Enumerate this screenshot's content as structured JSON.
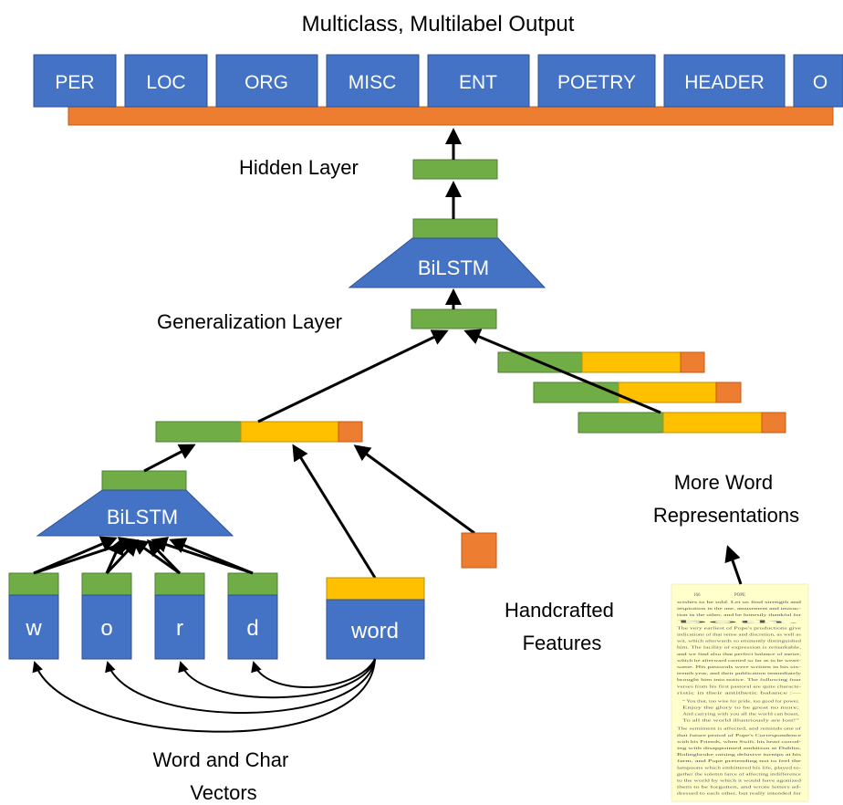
{
  "title": "Multiclass, Multilabel Output",
  "output_labels": [
    "PER",
    "LOC",
    "ORG",
    "MISC",
    "ENT",
    "POETRY",
    "HEADER",
    "O"
  ],
  "hidden_layer_label": "Hidden Layer",
  "generalization_layer_label": "Generalization Layer",
  "bilstm_top_label": "BiLSTM",
  "bilstm_char_label": "BiLSTM",
  "char_labels": [
    "w",
    "o",
    "r",
    "d"
  ],
  "word_label": "word",
  "handcrafted_label": [
    "Handcrafted",
    "Features"
  ],
  "more_words_label": [
    "More Word",
    "Representations"
  ],
  "word_char_label": [
    "Word and Char",
    "Vectors"
  ],
  "book_page": {
    "page_number": "166",
    "running_head": "POPE",
    "lines": [
      "wishes to be told. Let us find strength and",
      "inspiration in the one, amusement and instruc-",
      "tion in the other, and be honestly thankful for",
      "both.",
      "The very earliest of Pope's productions give",
      "indications of that sense and discretion, as well as",
      "wit, which afterwards so eminently distinguished",
      "him. The facility of expression is remarkable,",
      "and we find also that perfect balance of metre,",
      "which he afterward carried so far as to be weari-",
      "some. His pastorals were written in his six-",
      "teenth year, and their publication immediately",
      "brought him into notice. The following four",
      "verses from his first pastoral are quite characte-",
      "ristic in their antithetic balance :—",
      "“ You that, too wise for pride, too good for power,",
      "Enjoy the glory to be great no more;",
      "And carrying with you all the world can boast,",
      "To all the world illustriously are lost!”",
      "The sentiment is affected, and reminds one of",
      "that future period of Pope's Correspondence",
      "with his Friends, when Swift, his heart corrod-",
      "ing with disappointed ambition at Dublin,",
      "Bolingbroke raising delusive turnips at his",
      "farm, and Pope pretending not to feel the",
      "lampoons which embittered his life, played to-",
      "gether the solemn farce of affecting indifference",
      "to the world by which it would have agonized",
      "them to be forgotten, and wrote letters ad-",
      "dressed to each other, but really intended for"
    ]
  },
  "colors": {
    "blue": "#4472C4",
    "orange": "#ED7D31",
    "green": "#70AD47",
    "yellow": "#FFC000",
    "page_bg": "#FFFFCC"
  }
}
